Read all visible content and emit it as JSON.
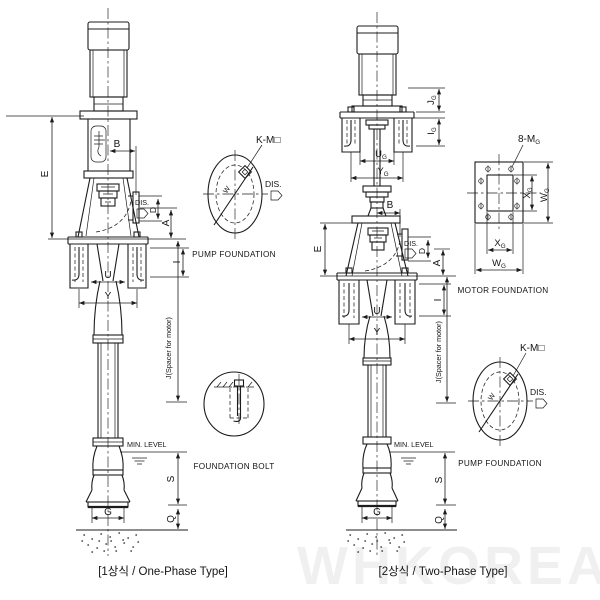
{
  "watermark": "WHKOREA",
  "captions": {
    "one_phase": "[1상식 / One-Phase Type]",
    "two_phase": "[2상식 / Two-Phase Type]"
  },
  "details": {
    "pump_foundation_left": {
      "title": "PUMP FOUNDATION",
      "bolt": "K-M□",
      "dis": "DIS.",
      "w": "W"
    },
    "foundation_bolt": {
      "title": "FOUNDATION BOLT"
    },
    "motor_foundation": {
      "title": "MOTOR FOUNDATION",
      "bolt_main": "8-M",
      "sub_g": "G",
      "x_main": "X",
      "w_main": "W"
    },
    "pump_foundation_right": {
      "title": "PUMP FOUNDATION",
      "bolt": "K-M□",
      "dis": "DIS.",
      "w": "W"
    }
  },
  "left_pump": {
    "e": "E",
    "b": "B",
    "dis": "DIS.",
    "d": "D",
    "a": "A",
    "i": "I",
    "u": "U",
    "y": "Y",
    "j": "J(Spacer for motor)",
    "min_level": "MIN. LEVEL",
    "s": "S",
    "g": "G",
    "q": "Q"
  },
  "right_pump": {
    "j_main": "J",
    "i_main": "I",
    "u_main": "U",
    "y_main": "Y",
    "sub_g": "G",
    "b": "B",
    "e": "E",
    "dis": "DIS.",
    "d": "D",
    "a": "A",
    "i": "I",
    "u": "U",
    "y": "Y",
    "j": "J(Spacer for motor)",
    "min_level": "MIN. LEVEL",
    "s": "S",
    "g": "G",
    "q": "Q"
  }
}
